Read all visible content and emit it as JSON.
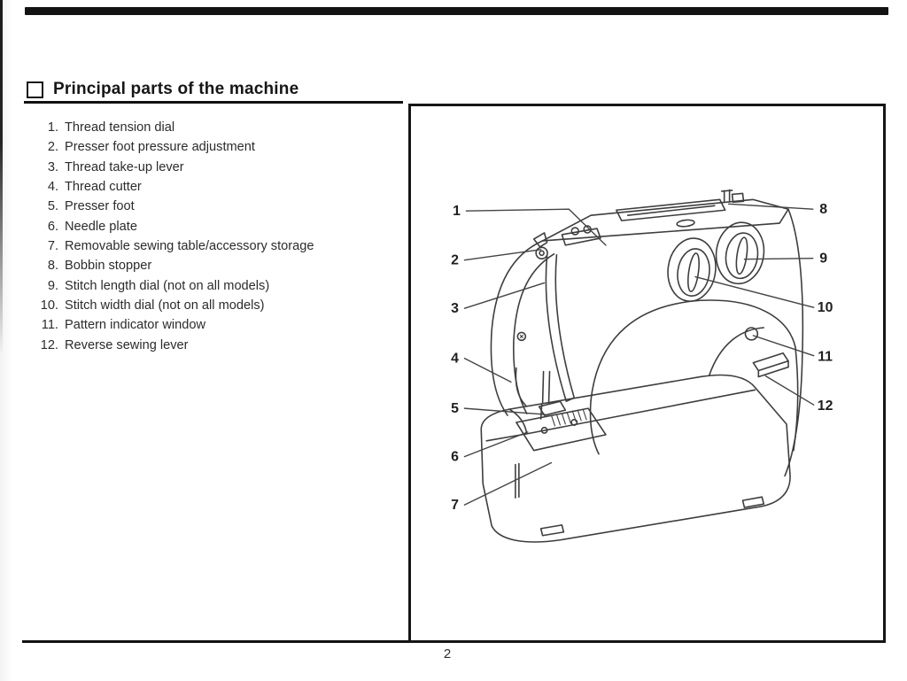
{
  "document": {
    "title": "Principal parts of the machine",
    "page_number": "2"
  },
  "parts_list": [
    {
      "num": "1.",
      "label": "Thread tension dial"
    },
    {
      "num": "2.",
      "label": "Presser foot pressure adjustment"
    },
    {
      "num": "3.",
      "label": "Thread take-up lever"
    },
    {
      "num": "4.",
      "label": "Thread cutter"
    },
    {
      "num": "5.",
      "label": "Presser foot"
    },
    {
      "num": "6.",
      "label": "Needle plate"
    },
    {
      "num": "7.",
      "label": "Removable sewing table/accessory storage"
    },
    {
      "num": "8.",
      "label": "Bobbin stopper"
    },
    {
      "num": "9.",
      "label": "Stitch length dial (not on all models)"
    },
    {
      "num": "10.",
      "label": "Stitch width dial (not on all models)"
    },
    {
      "num": "11.",
      "label": "Pattern indicator window"
    },
    {
      "num": "12.",
      "label": "Reverse sewing lever"
    }
  ],
  "diagram": {
    "callouts": [
      "1",
      "2",
      "3",
      "4",
      "5",
      "6",
      "7",
      "8",
      "9",
      "10",
      "11",
      "12"
    ]
  },
  "colors": {
    "ink": "#161616",
    "line_art": "#3d3d3d",
    "text": "#2b2b2b"
  }
}
